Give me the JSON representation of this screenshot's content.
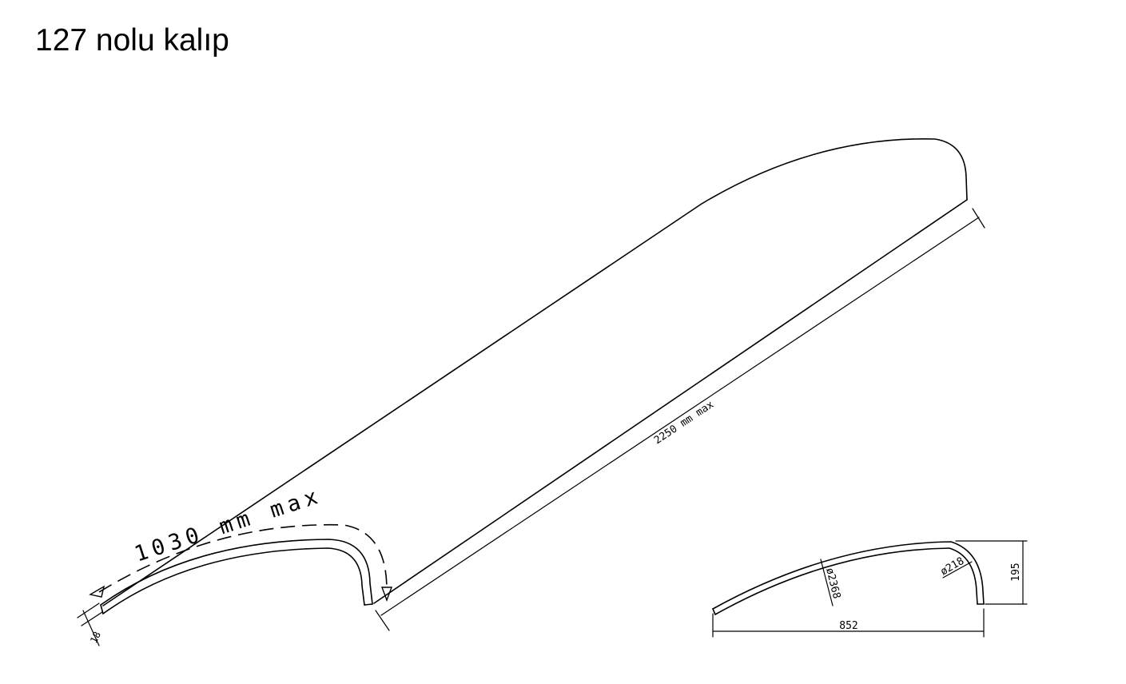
{
  "title": "127 nolu kalıp",
  "dimensions": {
    "arc_length": "1030 mm max",
    "length": "2250 mm max",
    "thickness": "18",
    "main_diameter": "ø2368",
    "edge_diameter": "ø218",
    "width": "852",
    "height": "195"
  },
  "colors": {
    "line": "#000000",
    "background": "#ffffff"
  }
}
